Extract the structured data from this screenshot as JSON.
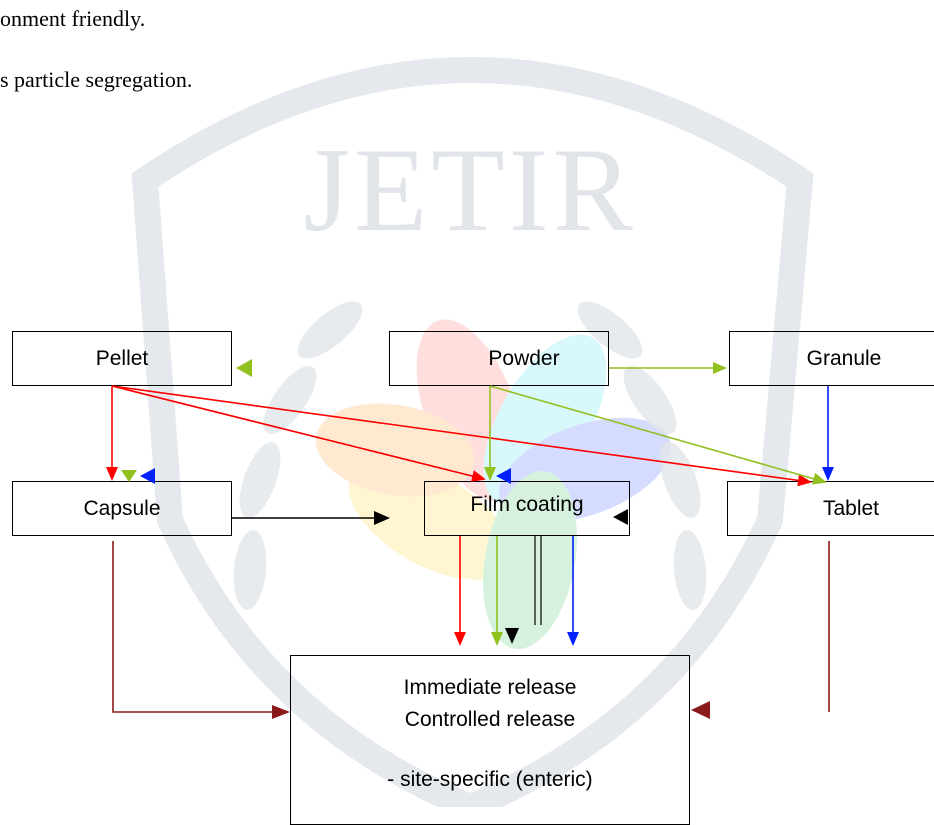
{
  "text_lines": [
    "onment friendly.",
    "s particle segregation."
  ],
  "watermark": {
    "text": "JETIR"
  },
  "nodes": {
    "pellet": "Pellet",
    "powder": "Powder",
    "granule": "Granule",
    "capsule": "Capsule",
    "film_coating": "Film coating",
    "tablet": "Tablet"
  },
  "release": {
    "line1": "Immediate release",
    "line2": "Controlled release",
    "line3": "- site-specific (enteric)"
  },
  "colors": {
    "red": "#ff0000",
    "green": "#92c01f",
    "blue": "#0020ff",
    "black": "#000000",
    "maroon": "#8b1a1a",
    "watermark_gray": "#d9dde3"
  }
}
